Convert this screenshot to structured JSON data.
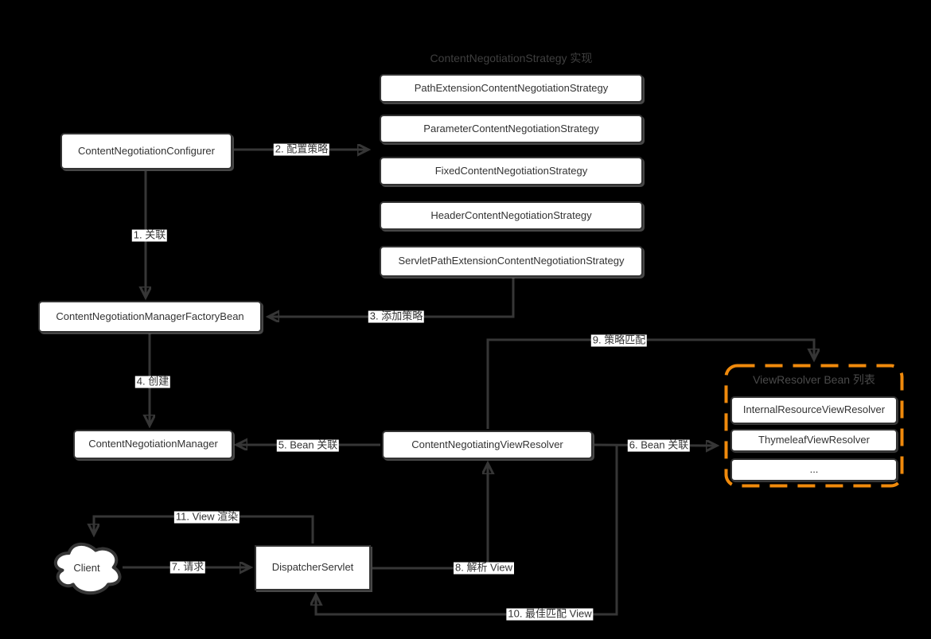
{
  "colors": {
    "background": "#000000",
    "line": "#363636",
    "box_border": "#333333",
    "box_fill": "#ffffff",
    "box_text": "#333333",
    "strategy_title_text": "#3f3f3f",
    "resolver_title_text": "#4a4a4a",
    "accent_orange": "#F08A0C",
    "edge_label_bg": "#ffffff"
  },
  "strategy_group": {
    "title": "ContentNegotiationStrategy 实现",
    "items": [
      "PathExtensionContentNegotiationStrategy",
      "ParameterContentNegotiationStrategy",
      "FixedContentNegotiationStrategy",
      "HeaderContentNegotiationStrategy",
      "ServletPathExtensionContentNegotiationStrategy"
    ]
  },
  "resolver_group": {
    "title": "ViewResolver Bean 列表",
    "items": [
      "InternalResourceViewResolver",
      "ThymeleafViewResolver",
      "..."
    ]
  },
  "nodes": {
    "configurer": "ContentNegotiationConfigurer",
    "factory_bean": "ContentNegotiationManagerFactoryBean",
    "manager": "ContentNegotiationManager",
    "view_resolver": "ContentNegotiatingViewResolver",
    "dispatcher": "DispatcherServlet",
    "client": "Client"
  },
  "edges": {
    "e1": "1. 关联",
    "e2": "2. 配置策略",
    "e3": "3. 添加策略",
    "e4": "4. 创建",
    "e5": "5. Bean 关联",
    "e6": "6. Bean 关联",
    "e7": "7. 请求",
    "e8": "8. 解析 View",
    "e9": "9. 策略匹配",
    "e10": "10. 最佳匹配 View",
    "e11": "11. View 渲染"
  }
}
